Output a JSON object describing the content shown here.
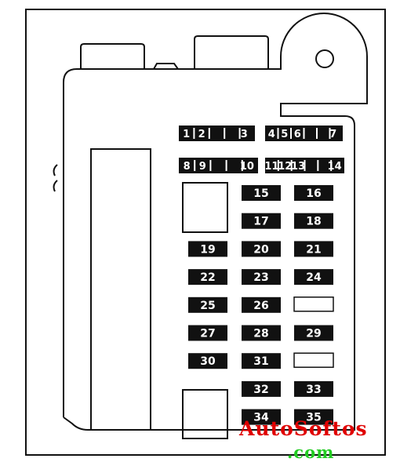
{
  "colors": {
    "line": "#111111",
    "fuse": "#111111",
    "fuse_text": "#ffffff",
    "watermark": "#e00000",
    "watermark_tld": "#22cc22"
  },
  "relay_fuses": [
    {
      "id": "f1-3",
      "labels": [
        "1",
        "2",
        "3"
      ]
    },
    {
      "id": "f4-7",
      "labels": [
        "4",
        "5",
        "6",
        "7"
      ]
    },
    {
      "id": "f8-10",
      "labels": [
        "8",
        "9",
        "10"
      ]
    },
    {
      "id": "f11-14",
      "labels": [
        "11",
        "12",
        "13",
        "14"
      ]
    }
  ],
  "fuse_grid": {
    "columns": [
      "left",
      "middle",
      "right"
    ],
    "rows": [
      [
        "",
        "15",
        "16"
      ],
      [
        "",
        "17",
        "18"
      ],
      [
        "19",
        "20",
        "21"
      ],
      [
        "22",
        "23",
        "24"
      ],
      [
        "25",
        "26",
        "empty"
      ],
      [
        "27",
        "28",
        "29"
      ],
      [
        "30",
        "31",
        "empty"
      ],
      [
        "",
        "32",
        "33"
      ],
      [
        "",
        "34",
        "35"
      ]
    ]
  },
  "watermark": {
    "name": "AutoSoftos",
    "tld": ".com"
  }
}
